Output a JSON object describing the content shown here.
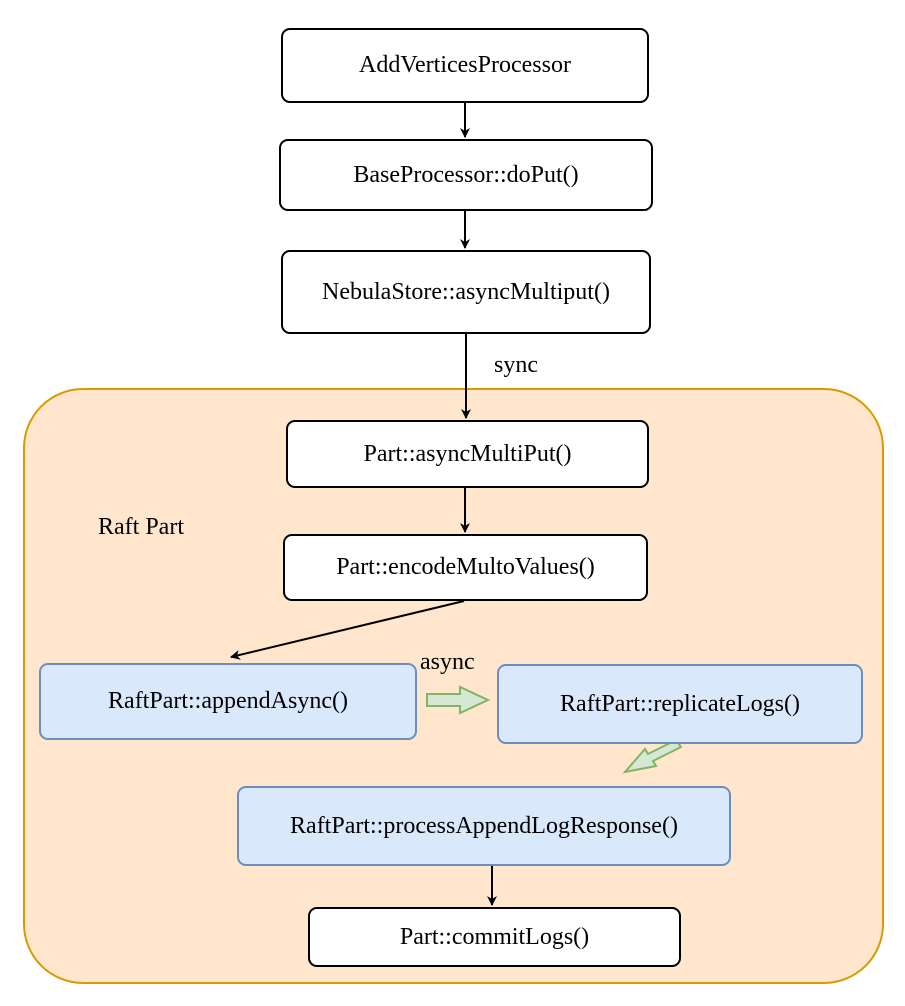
{
  "nodes": {
    "add_vertices": "AddVerticesProcessor",
    "base_doput": "BaseProcessor::doPut()",
    "nebula_store": "NebulaStore::asyncMultiput()",
    "part_async_multiput": "Part::asyncMultiPut()",
    "part_encode": "Part::encodeMultoValues()",
    "raft_append_async": "RaftPart::appendAsync()",
    "raft_replicate_logs": "RaftPart::replicateLogs()",
    "raft_process_response": "RaftPart::processAppendLogResponse()",
    "part_commit_logs": "Part::commitLogs()"
  },
  "labels": {
    "sync": "sync",
    "async": "async",
    "group": "Raft Part"
  },
  "colors": {
    "group_fill": "#ffe6cc",
    "group_stroke": "#d79b00",
    "blue_fill": "#dae8fc",
    "blue_stroke": "#6c8ebf",
    "green_arrow_fill": "#d5e8d4",
    "green_arrow_stroke": "#82b366"
  }
}
